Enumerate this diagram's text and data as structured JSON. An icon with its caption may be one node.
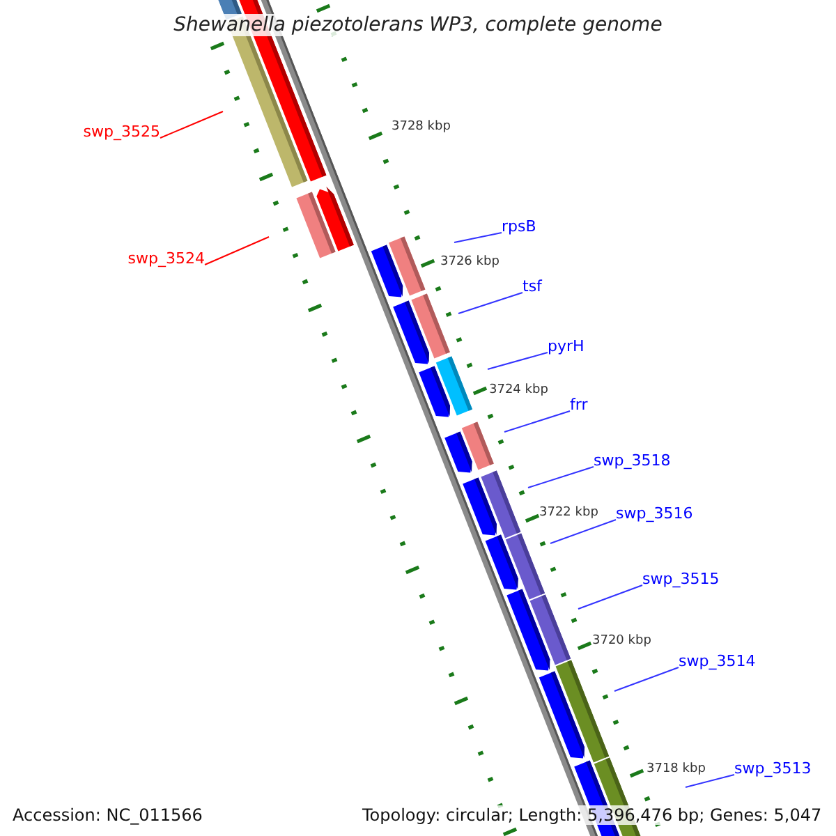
{
  "diagram": {
    "title": "Shewanella piezotolerans WP3, complete genome",
    "nodes": [
      {
        "text": [
          "swp_3525"
        ]
      },
      {
        "text": [
          "swp_3524"
        ]
      },
      {
        "text": [
          "rpsB"
        ]
      },
      {
        "text": [
          "tsf"
        ]
      },
      {
        "text": [
          "pyrH"
        ]
      },
      {
        "text": [
          "frr"
        ]
      },
      {
        "text": [
          "swp_3518"
        ]
      },
      {
        "text": [
          "swp_3516"
        ]
      },
      {
        "text": [
          "swp_3515"
        ]
      },
      {
        "text": [
          "swp_3514"
        ]
      },
      {
        "text": [
          "swp_3513"
        ]
      }
    ],
    "edges": [
      {
        "from": 0,
        "to": null,
        "arrow": "none",
        "color": "#ff0000"
      },
      {
        "from": 1,
        "to": null,
        "arrow": "none",
        "color": "#ff0000"
      },
      {
        "from": 2,
        "to": null,
        "arrow": "none"
      },
      {
        "from": 3,
        "to": null,
        "arrow": "none"
      },
      {
        "from": 4,
        "to": null,
        "arrow": "none"
      },
      {
        "from": 5,
        "to": null,
        "arrow": "none"
      },
      {
        "from": 6,
        "to": null,
        "arrow": "none"
      },
      {
        "from": 7,
        "to": null,
        "arrow": "none"
      },
      {
        "from": 8,
        "to": null,
        "arrow": "none"
      },
      {
        "from": 9,
        "to": null,
        "arrow": "none"
      },
      {
        "from": 10,
        "to": null,
        "arrow": "none"
      }
    ],
    "labels": [
      "3728 kbp",
      "3726 kbp",
      "3724 kbp",
      "3722 kbp",
      "3720 kbp",
      "3718 kbp",
      "Accession: NC_011566",
      "Topology: circular; Length: 5,396,476 bp; Genes: 5,047"
    ]
  }
}
